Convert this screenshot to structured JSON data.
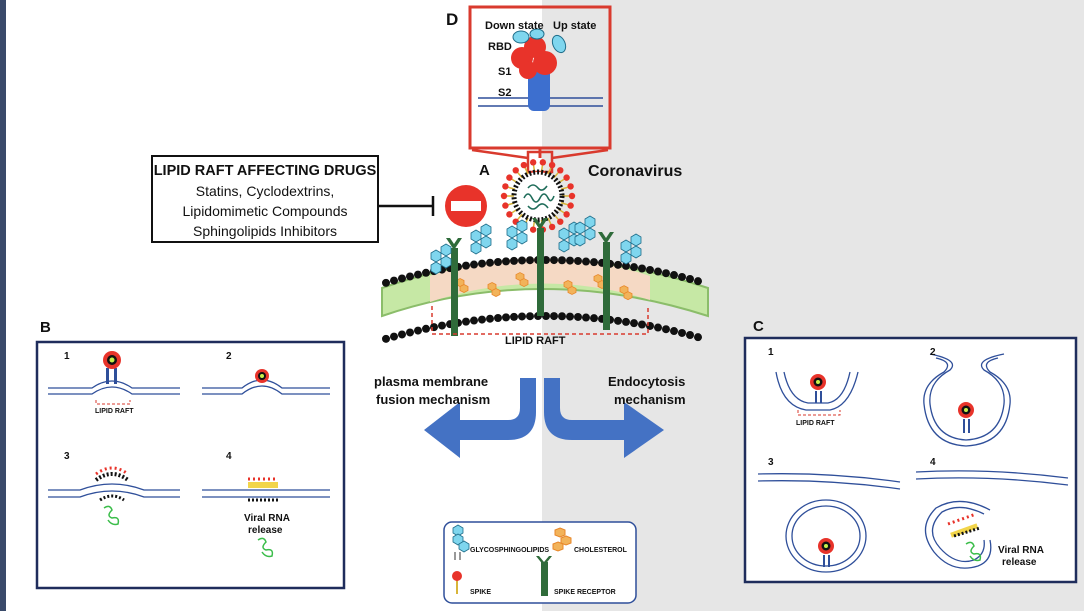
{
  "panel_labels": {
    "a": "A",
    "b": "B",
    "c": "C",
    "d": "D"
  },
  "spike_inset": {
    "down_state": "Down state",
    "up_state": "Up state",
    "rbd": "RBD",
    "s1": "S1",
    "s2": "S2"
  },
  "virus_label": "Coronavirus",
  "drugs": {
    "title": "LIPID RAFT AFFECTING DRUGS",
    "items": [
      "Statins, Cyclodextrins,",
      "Lipidomimetic Compounds",
      "Sphingolipids Inhibitors"
    ]
  },
  "lipid_raft_label": "LIPID RAFT",
  "mechanisms": {
    "left": [
      "plasma membrane",
      "fusion mechanism"
    ],
    "right": [
      "Endocytosis",
      "mechanism"
    ]
  },
  "panel_b": {
    "steps": [
      "1",
      "2",
      "3",
      "4"
    ],
    "raft_label": "LIPID RAFT",
    "release": [
      "Viral RNA",
      "release"
    ]
  },
  "panel_c": {
    "steps": [
      "1",
      "2",
      "3",
      "4"
    ],
    "raft_label": "LIPID RAFT",
    "release": [
      "Viral RNA",
      "release"
    ]
  },
  "legend": {
    "glyco": "GLYCOSPHINGOLIPIDS",
    "chol": "CHOLESTEROL",
    "spike": "SPIKE",
    "receptor": "SPIKE RECEPTOR"
  },
  "colors": {
    "spike_red": "#e8332a",
    "glyco_cyan": "#7fd6ee",
    "receptor_green": "#2f6b3a",
    "cholesterol_orange": "#e8872a",
    "membrane_blue": "#2f4f9a",
    "arrow_blue": "#4472c4",
    "panel_border": "#1f2d5c",
    "inset_border": "#d93a2e",
    "raft_fill": "#f5d9c4",
    "lipid_green": "#c6e8a5",
    "right_bg": "#e6e6e6"
  }
}
